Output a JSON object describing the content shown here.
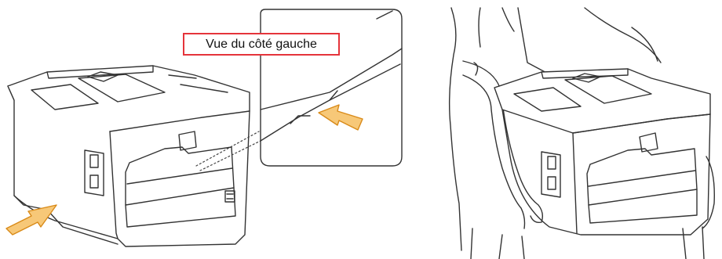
{
  "callout": {
    "text": "Vue du côté gauche"
  },
  "colors": {
    "line": "#333333",
    "arrow_fill": "#f7c878",
    "arrow_stroke": "#d98a18",
    "callout_border": "#e5343b"
  },
  "figures": [
    {
      "name": "printer-with-detail-view"
    },
    {
      "name": "person-lifting-printer"
    }
  ]
}
